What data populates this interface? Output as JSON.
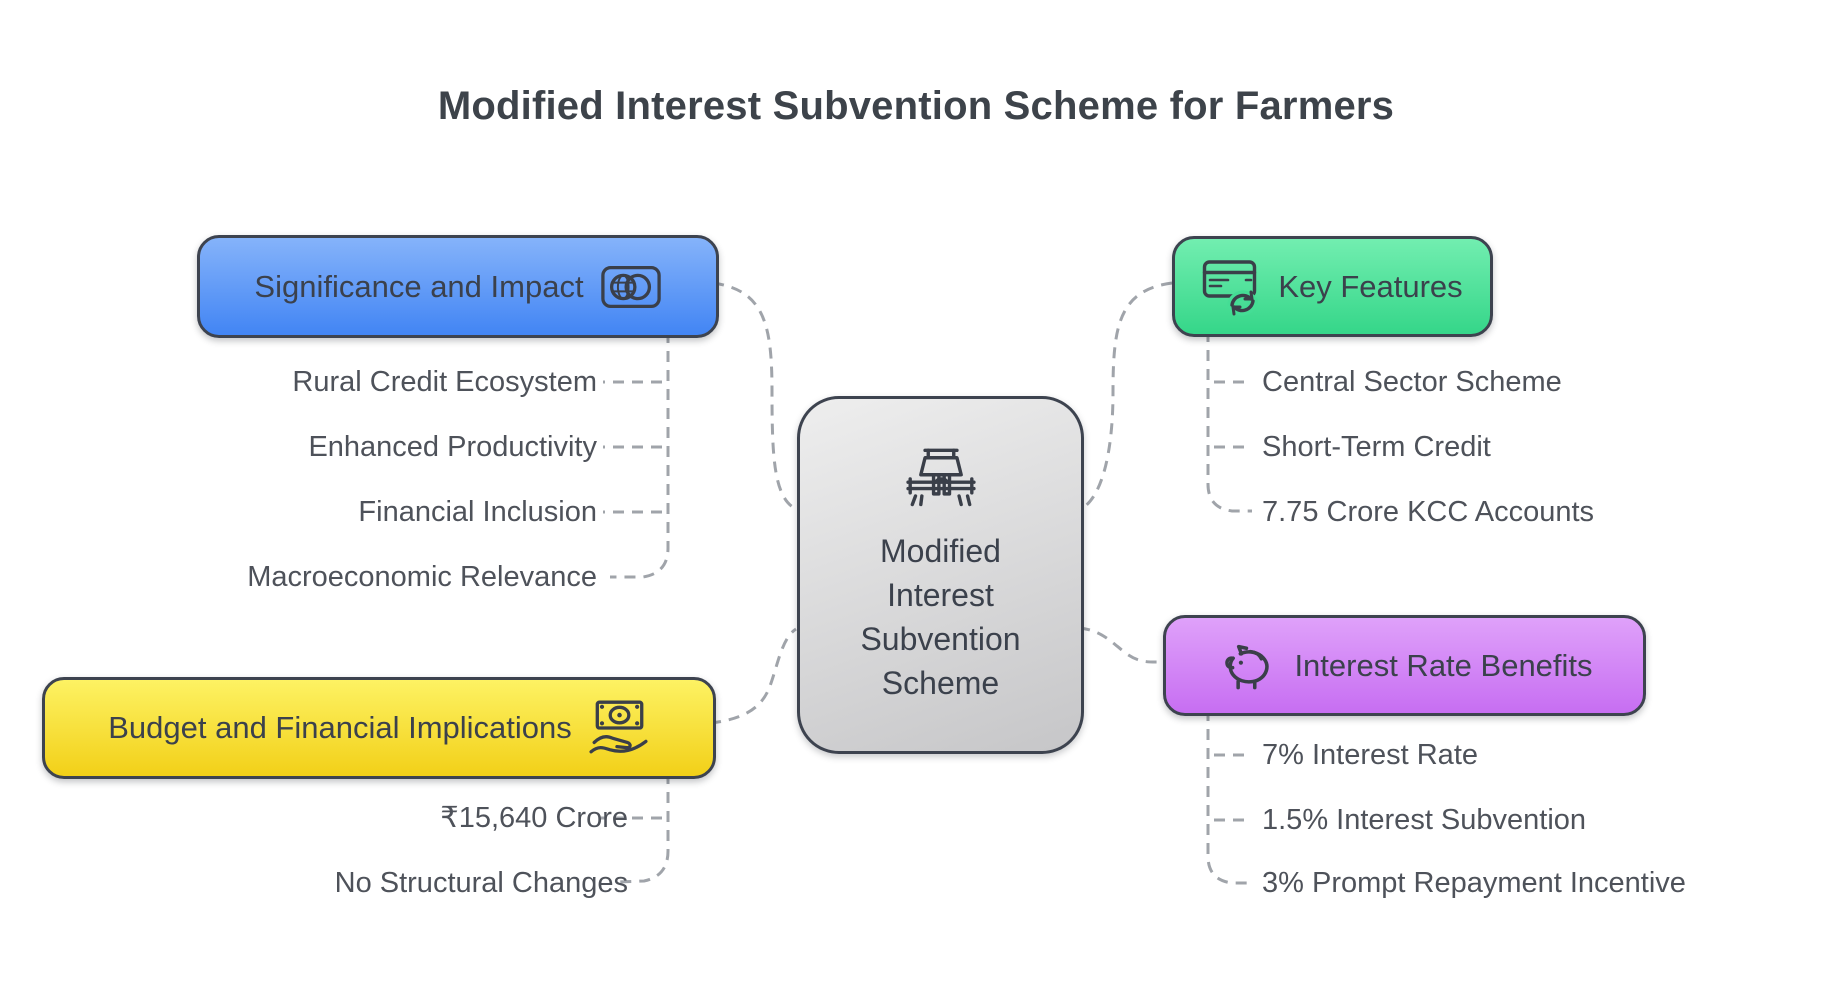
{
  "title": "Modified Interest Subvention Scheme for Farmers",
  "center_node": {
    "label": "Modified Interest Subvention Scheme",
    "icon": "crop-sprayer-icon"
  },
  "branches": [
    {
      "label": "Significance and Impact",
      "icon": "globe-overlap-icon",
      "color": "#4285f4",
      "items": [
        "Rural Credit Ecosystem",
        "Enhanced Productivity",
        "Financial Inclusion",
        "Macroeconomic Relevance"
      ]
    },
    {
      "label": "Key Features",
      "icon": "card-refresh-icon",
      "color": "#35d689",
      "items": [
        "Central Sector Scheme",
        "Short-Term Credit",
        "7.75 Crore KCC Accounts"
      ]
    },
    {
      "label": "Budget and Financial Implications",
      "icon": "money-hand-icon",
      "color": "#f2d018",
      "items": [
        "₹15,640 Crore",
        "No Structural Changes"
      ]
    },
    {
      "label": "Interest Rate Benefits",
      "icon": "piggy-bank-icon",
      "color": "#c76ef2",
      "items": [
        "7% Interest Rate",
        "1.5% Interest Subvention",
        "3% Prompt Repayment Incentive"
      ]
    }
  ],
  "connector_color": "#a0a4aa"
}
